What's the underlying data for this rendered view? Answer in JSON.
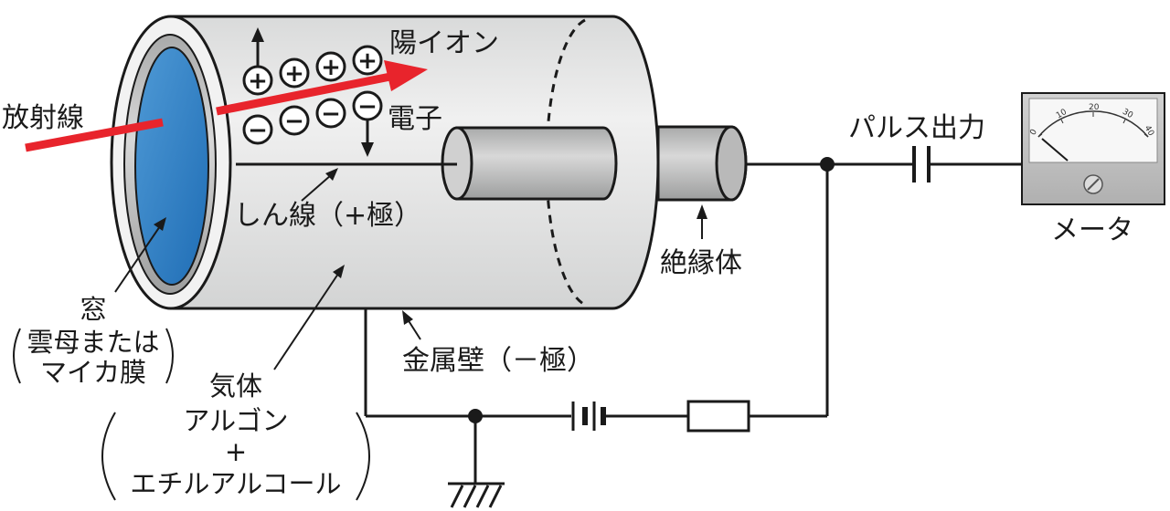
{
  "labels": {
    "radiation": "放射線",
    "positive_ion": "陽イオン",
    "electron": "電子",
    "wire": "しん線（+極）",
    "insulator": "絶縁体",
    "pulse_output": "パルス出力",
    "meter": "メータ",
    "window_title": "窓",
    "window_detail_1": "雲母または",
    "window_detail_2": "マイカ膜",
    "gas_title": "気体",
    "gas_line_1": "アルゴン",
    "gas_plus": "+",
    "gas_line_2": "エチルアルコール",
    "metal_wall": "金属壁（－極）"
  },
  "meter_scale": [
    "0",
    "10",
    "20",
    "30",
    "40"
  ],
  "signs": {
    "plus": "+",
    "minus": "−"
  },
  "colors": {
    "window_blue": "#2f82c8",
    "radiation_red": "#e8242c",
    "cylinder_gray": "#e2e3e3",
    "insulator_gray": "#bcbcbc"
  }
}
